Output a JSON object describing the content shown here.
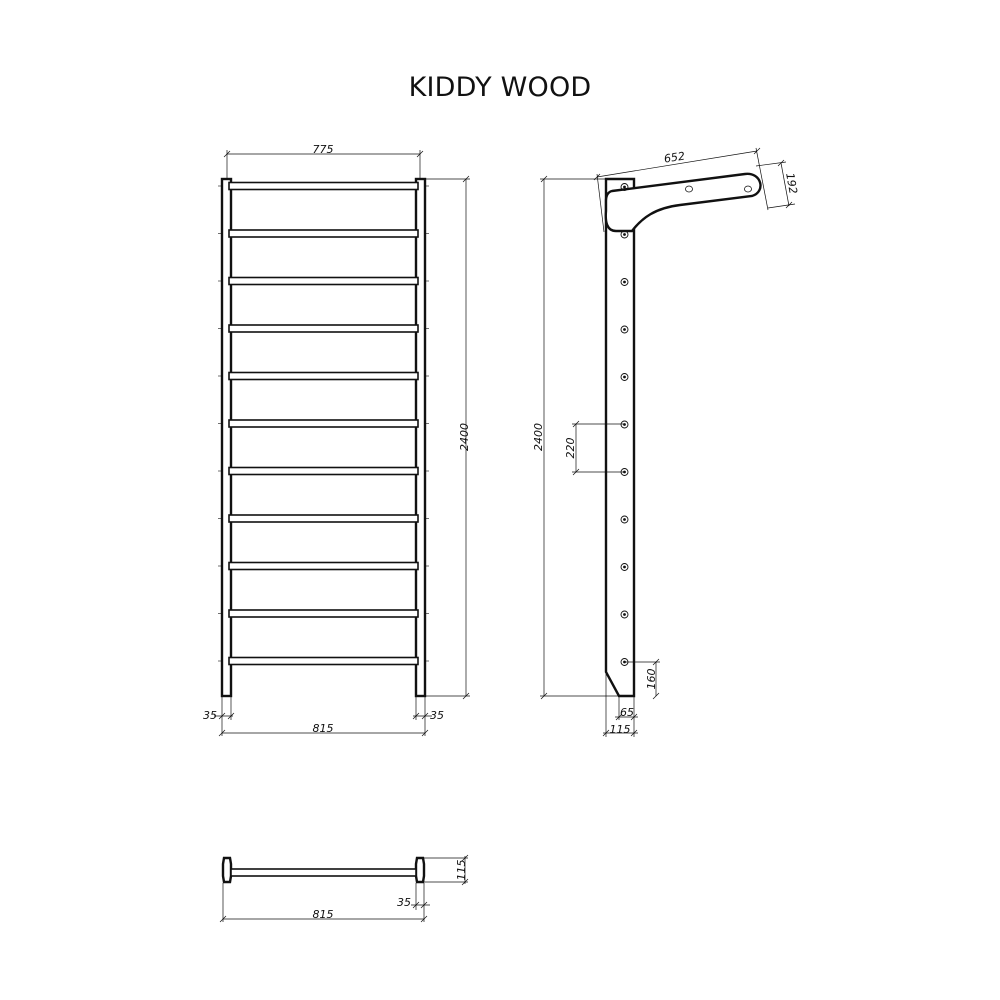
{
  "title": "KIDDY WOOD",
  "front_view": {
    "dim_top_width": "775",
    "dim_height": "2400",
    "dim_left_post": "35",
    "dim_right_post": "35",
    "dim_overall_width": "815",
    "rung_count": 11
  },
  "side_view": {
    "dim_arm_length": "652",
    "dim_arm_height": "192",
    "dim_height": "2400",
    "dim_hole_spacing": "220",
    "dim_bottom_offset": "160",
    "dim_bottom_width": "65",
    "dim_overall_depth": "115",
    "hole_count": 11
  },
  "top_view": {
    "dim_depth": "115",
    "dim_post": "35",
    "dim_overall_width": "815"
  }
}
